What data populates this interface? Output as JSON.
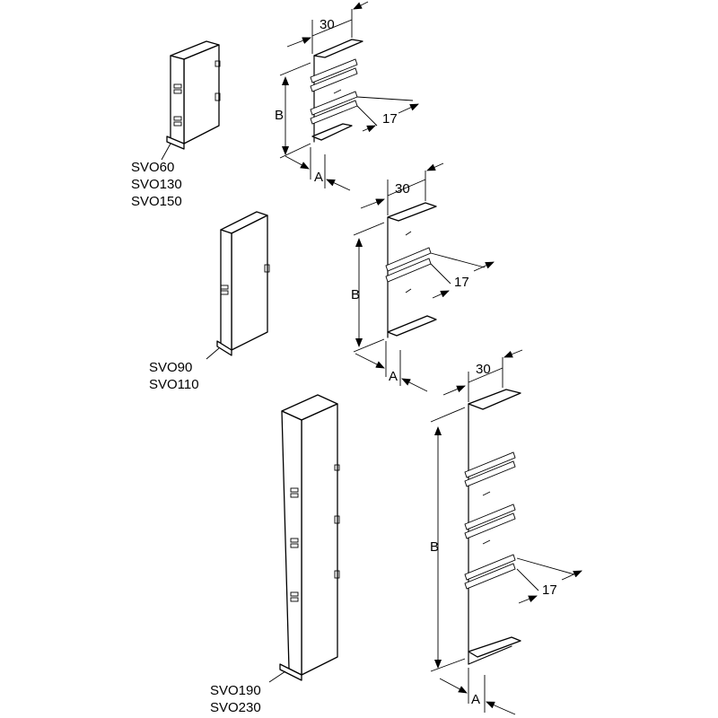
{
  "parts": [
    {
      "lines": [
        "SVO60",
        "SVO130",
        "SVO150"
      ]
    },
    {
      "lines": [
        "SVO90",
        "SVO110"
      ]
    },
    {
      "lines": [
        "SVO190",
        "SVO230"
      ]
    }
  ],
  "dimensions": {
    "width_top": "30",
    "depth_side": "17",
    "height_label": "B",
    "base_label": "A"
  }
}
